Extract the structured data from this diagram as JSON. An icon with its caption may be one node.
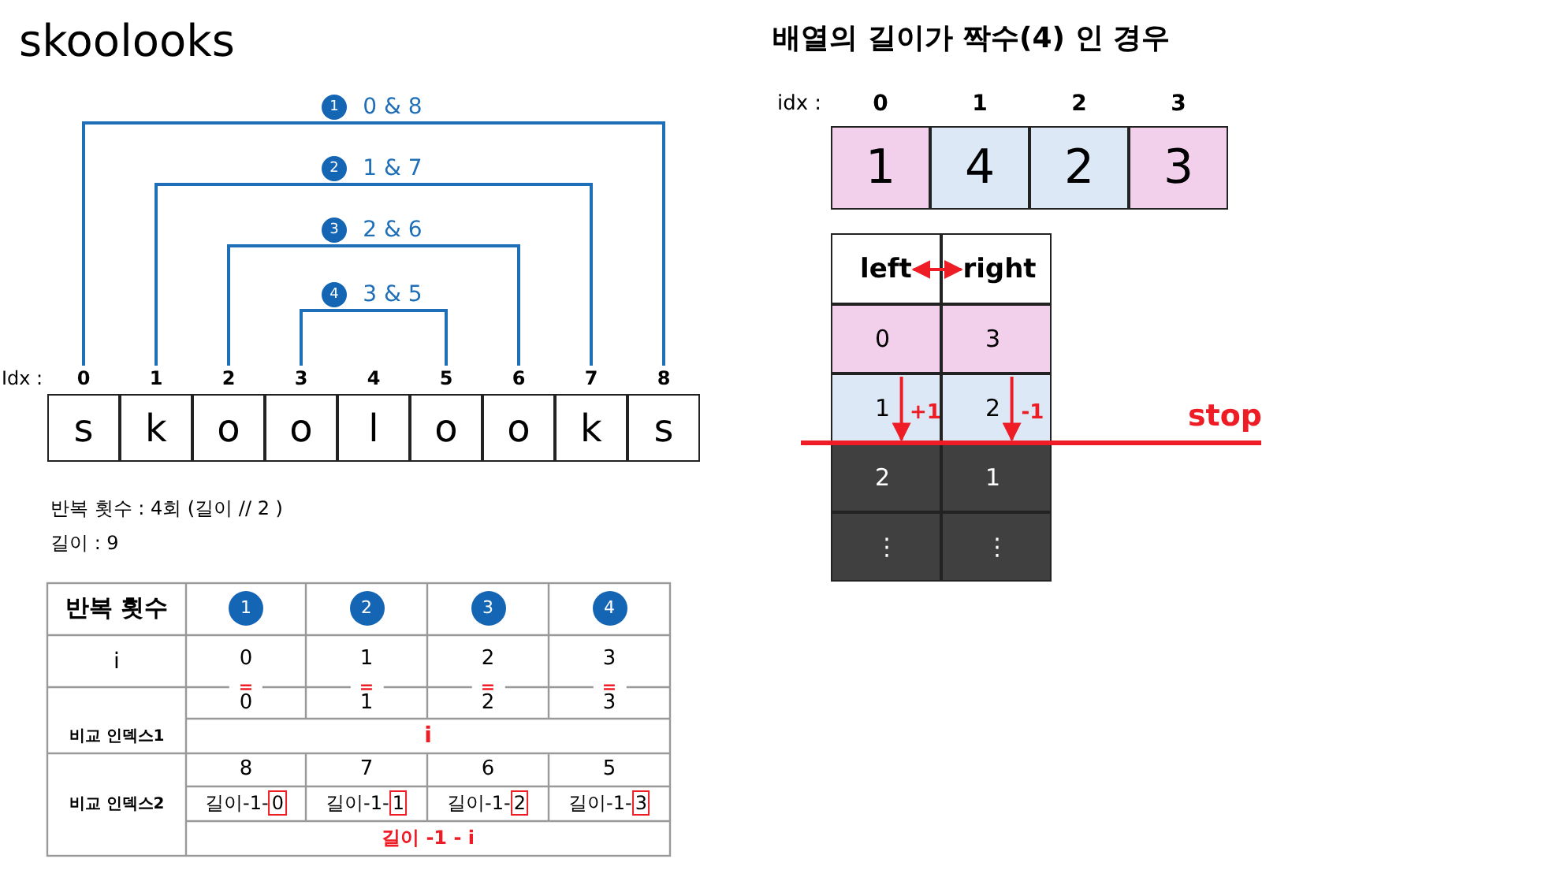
{
  "diagram": {
    "title": "skoolooks",
    "nodes": [
      {
        "text": [
          "0"
        ]
      },
      {
        "text": [
          "1"
        ]
      },
      {
        "text": [
          "2"
        ]
      },
      {
        "text": [
          "3"
        ]
      },
      {
        "text": [
          "4"
        ]
      },
      {
        "text": [
          "5"
        ]
      },
      {
        "text": [
          "6"
        ]
      },
      {
        "text": [
          "7"
        ]
      },
      {
        "text": [
          "8"
        ]
      },
      {
        "text": [
          "s"
        ]
      },
      {
        "text": [
          "k"
        ]
      },
      {
        "text": [
          "o"
        ]
      },
      {
        "text": [
          "o"
        ]
      },
      {
        "text": [
          "l"
        ]
      },
      {
        "text": [
          "o"
        ]
      },
      {
        "text": [
          "o"
        ]
      },
      {
        "text": [
          "k"
        ]
      },
      {
        "text": [
          "s"
        ]
      },
      {
        "text": [
          "1"
        ]
      },
      {
        "text": [
          "4"
        ]
      },
      {
        "text": [
          "2"
        ]
      },
      {
        "text": [
          "3"
        ]
      },
      {
        "text": [
          "left"
        ]
      },
      {
        "text": [
          "right"
        ]
      },
      {
        "text": [
          "0"
        ]
      },
      {
        "text": [
          "3"
        ]
      },
      {
        "text": [
          "1"
        ]
      },
      {
        "text": [
          "2"
        ]
      },
      {
        "text": [
          "2"
        ]
      },
      {
        "text": [
          "1"
        ]
      },
      {
        "text": [
          "⋮"
        ]
      },
      {
        "text": [
          "⋮"
        ]
      }
    ],
    "edges": [
      {
        "from": 0,
        "to": 8,
        "arrow": "none",
        "label": "0 & 8"
      },
      {
        "from": 1,
        "to": 7,
        "arrow": "none",
        "label": "1 & 7"
      },
      {
        "from": 2,
        "to": 6,
        "arrow": "none",
        "label": "2 & 6"
      },
      {
        "from": 3,
        "to": 5,
        "arrow": "none",
        "label": "3 & 5"
      },
      {
        "from": 22,
        "to": 23,
        "arrow": "both",
        "color": "#ee1c24"
      },
      {
        "from": 24,
        "to": 26,
        "arrow": "to",
        "label": "+1",
        "color": "#ee1c24"
      },
      {
        "from": 25,
        "to": 27,
        "arrow": "to",
        "label": "-1",
        "color": "#ee1c24"
      }
    ],
    "labels": [
      "Idx :",
      "1",
      "2",
      "3",
      "4",
      "반복 횟수 : 4회 (길이 // 2 )",
      "길이 : 9",
      "반복 횟수",
      "1",
      "2",
      "3",
      "4",
      "i",
      "0",
      "1",
      "2",
      "3",
      "=",
      "=",
      "=",
      "=",
      "비교 인덱스1",
      "0",
      "1",
      "2",
      "3",
      "i",
      "비교 인덱스2",
      "8",
      "7",
      "6",
      "5",
      "길이-1-0",
      "길이-1-1",
      "길이-1-2",
      "길이-1-3",
      "길이 -1 - i",
      "배열의 길이가 짝수(4) 인 경우",
      "idx :",
      "0",
      "1",
      "2",
      "3",
      "stop"
    ]
  }
}
